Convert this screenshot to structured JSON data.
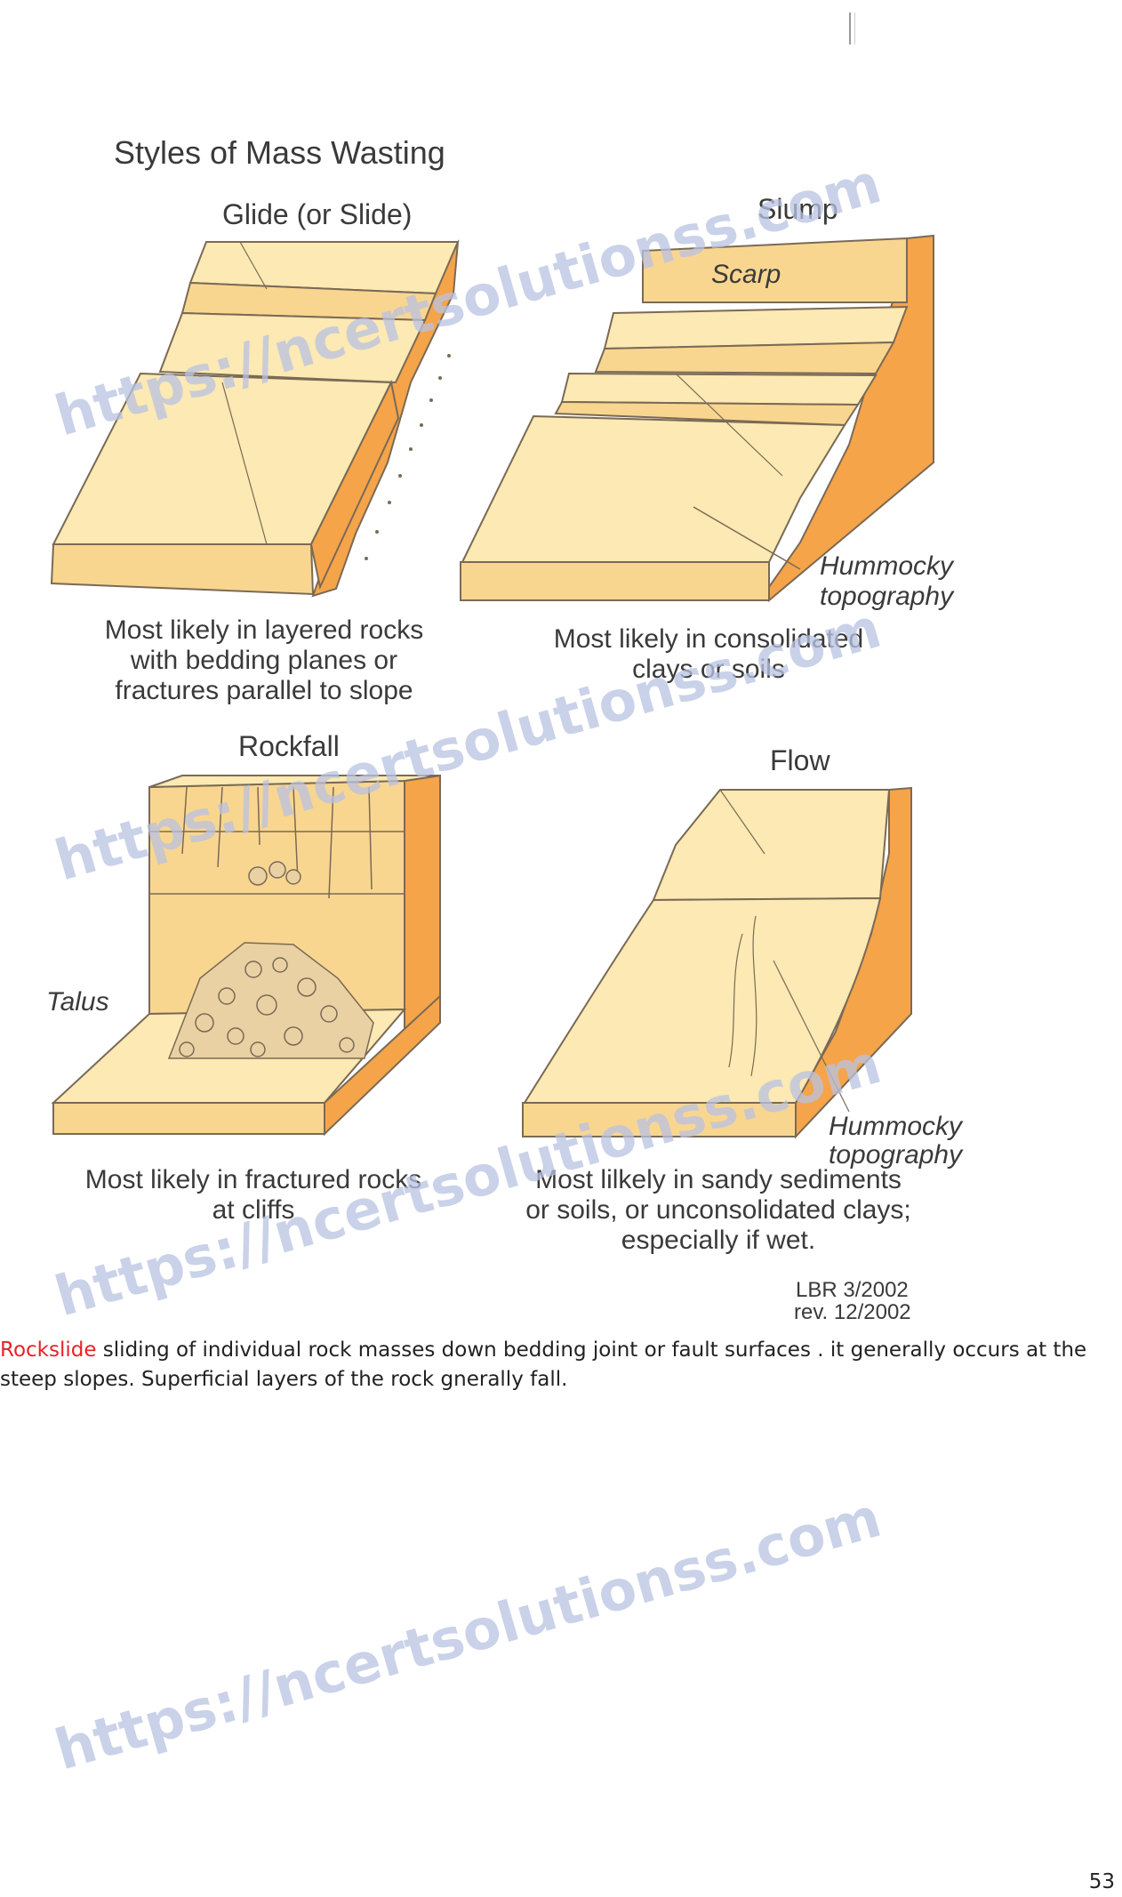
{
  "figure": {
    "title": "Styles of Mass Wasting",
    "panels": {
      "glide": {
        "heading": "Glide (or Slide)",
        "caption": [
          "Most likely in layered rocks",
          "with bedding planes or",
          "fractures parallel to slope"
        ]
      },
      "slump": {
        "heading": "Slump",
        "labels": [
          "Scarp",
          "Hummocky",
          "topography"
        ],
        "caption": [
          "Most likely in consolidated",
          "clays or soils"
        ]
      },
      "rockfall": {
        "heading": "Rockfall",
        "labels": [
          "Talus"
        ],
        "caption": [
          "Most likely in fractured rocks",
          "at cliffs"
        ]
      },
      "flow": {
        "heading": "Flow",
        "labels": [
          "Hummocky",
          "topography"
        ],
        "caption": [
          "Most lilkely in sandy sediments",
          "or soils, or unconsolidated clays;",
          "especially if wet."
        ]
      }
    },
    "credit": [
      "LBR 3/2002",
      "rev. 12/2002"
    ],
    "colors": {
      "top": "#fce9b3",
      "front": "#f9d690",
      "side": "#f5a44a",
      "outline": "#7a6a55"
    }
  },
  "watermark": "https://ncertsolutionss.com",
  "body": {
    "term": "Rockslide",
    "text": " sliding of individual rock masses down bedding  joint or fault surfaces . it generally occurs at the steep slopes. Superficial layers of the rock  gnerally fall."
  },
  "page_number": "53"
}
